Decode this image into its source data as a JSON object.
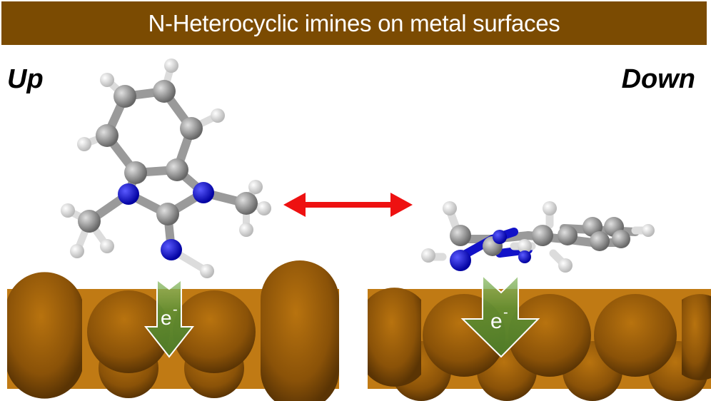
{
  "title": "N-Heterocyclic imines on metal surfaces",
  "left_panel": {
    "label": "Up",
    "electron_label": "e",
    "electron_charge": "-"
  },
  "right_panel": {
    "label": "Down",
    "electron_label": "e",
    "electron_charge": "-"
  },
  "colors": {
    "banner": "#7b4b02",
    "metal": "#a8660c",
    "nitrogen": "#1010d8",
    "carbon": "#8c8c8c",
    "hydrogen": "#eeeeee",
    "arrow_red": "#ee1111",
    "electron_arrow": "#5a8a2a"
  }
}
